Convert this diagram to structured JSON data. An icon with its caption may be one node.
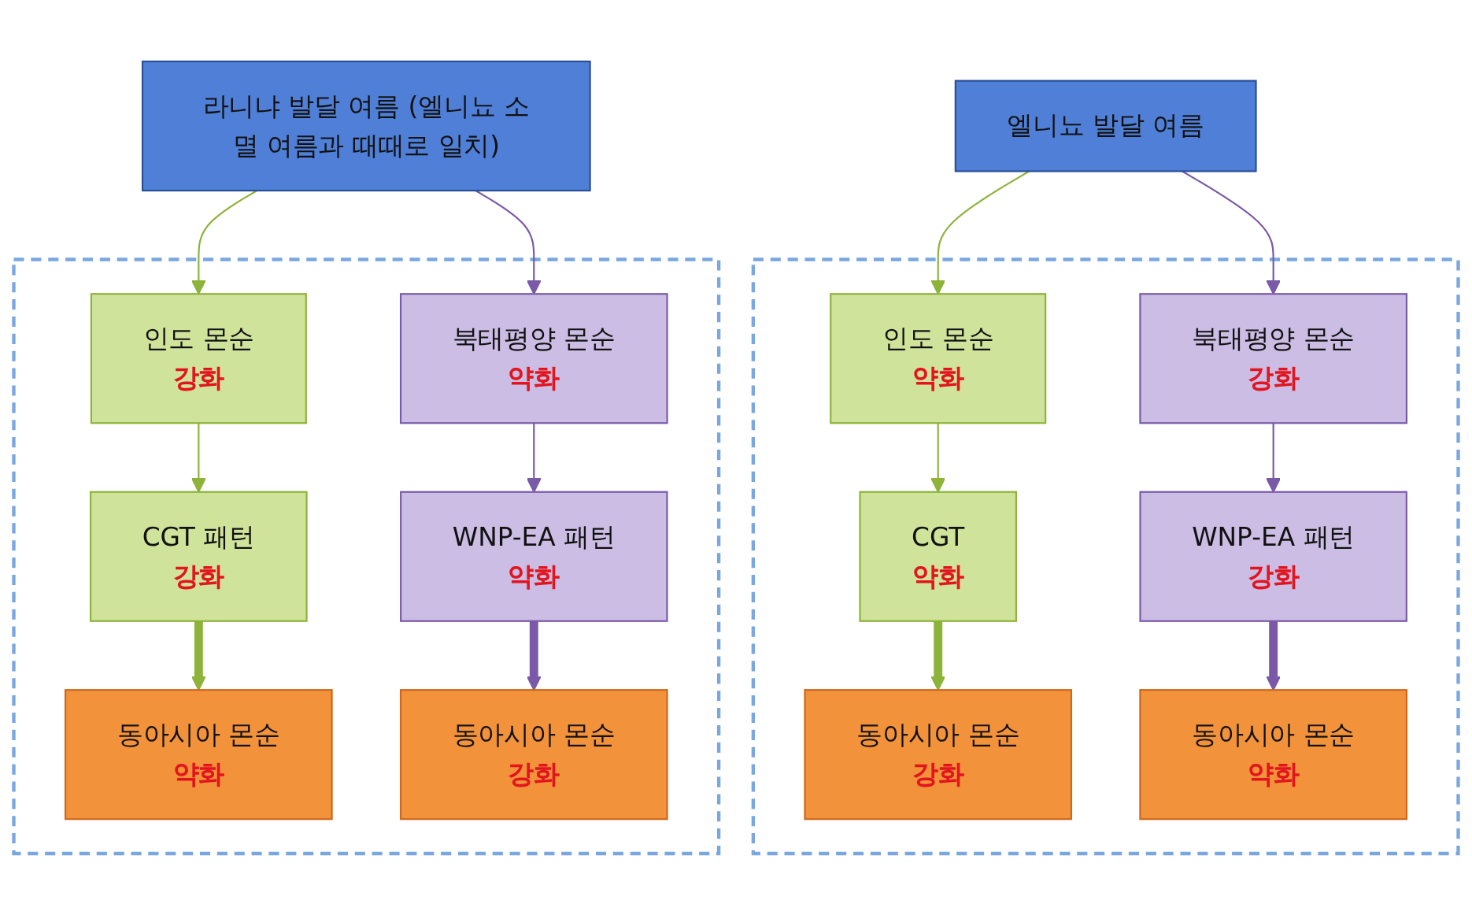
{
  "diagram": {
    "nodes": [
      {
        "text": [
          "엘니뇨 발달 여름"
        ]
      },
      {
        "text": [],
        "shape": "box"
      },
      {
        "text": [
          "인도 몬순",
          "약화"
        ],
        "in": 1
      },
      {
        "text": [
          "CGT",
          "약화"
        ],
        "in": 1
      },
      {
        "text": [
          "북태평양 몬순",
          "강화"
        ],
        "in": 1
      },
      {
        "text": [
          "WNP-EA 패턴",
          "강화"
        ],
        "in": 1
      },
      {
        "text": [
          "동아시아 몬순",
          "강화"
        ],
        "in": 1
      },
      {
        "text": [
          "동아시아 몬순",
          "약화"
        ],
        "in": 1
      },
      {
        "text": [
          "라니냐 발달 여름 (엘니뇨 소멸 여름과 때때로 일치)"
        ]
      },
      {
        "text": [],
        "shape": "box"
      },
      {
        "text": [
          "인도 몬순",
          "강화"
        ],
        "in": 9
      },
      {
        "text": [
          "CGT 패턴",
          "강화"
        ],
        "in": 9
      },
      {
        "text": [
          "북태평양 몬순",
          "약화"
        ],
        "in": 9
      },
      {
        "text": [
          "WNP-EA 패턴",
          "약화"
        ],
        "in": 9
      },
      {
        "text": [
          "동아시아 몬순",
          "약화"
        ],
        "in": 9
      },
      {
        "text": [
          "동아시아 몬순",
          "강화"
        ],
        "in": 9
      }
    ],
    "edges": [
      {
        "from": 0,
        "to": 2,
        "arrow": "to",
        "color": "#8db33a"
      },
      {
        "from": 0,
        "to": 4,
        "arrow": "to",
        "color": "#7a5aa8"
      },
      {
        "from": 2,
        "to": 3,
        "arrow": "to",
        "color": "#8db33a"
      },
      {
        "from": 4,
        "to": 5,
        "arrow": "to",
        "color": "#7a5aa8"
      },
      {
        "from": 3,
        "to": 6,
        "arrow": "to",
        "style": "thick",
        "color": "#8db33a"
      },
      {
        "from": 5,
        "to": 7,
        "arrow": "to",
        "style": "thick",
        "color": "#7a5aa8"
      },
      {
        "from": 8,
        "to": 10,
        "arrow": "to",
        "color": "#8db33a"
      },
      {
        "from": 8,
        "to": 12,
        "arrow": "to",
        "color": "#7a5aa8"
      },
      {
        "from": 10,
        "to": 11,
        "arrow": "to",
        "color": "#8db33a"
      },
      {
        "from": 12,
        "to": 13,
        "arrow": "to",
        "color": "#7a5aa8"
      },
      {
        "from": 11,
        "to": 14,
        "arrow": "to",
        "style": "thick",
        "color": "#8db33a"
      },
      {
        "from": 13,
        "to": 15,
        "arrow": "to",
        "style": "thick",
        "color": "#7a5aa8"
      }
    ]
  }
}
